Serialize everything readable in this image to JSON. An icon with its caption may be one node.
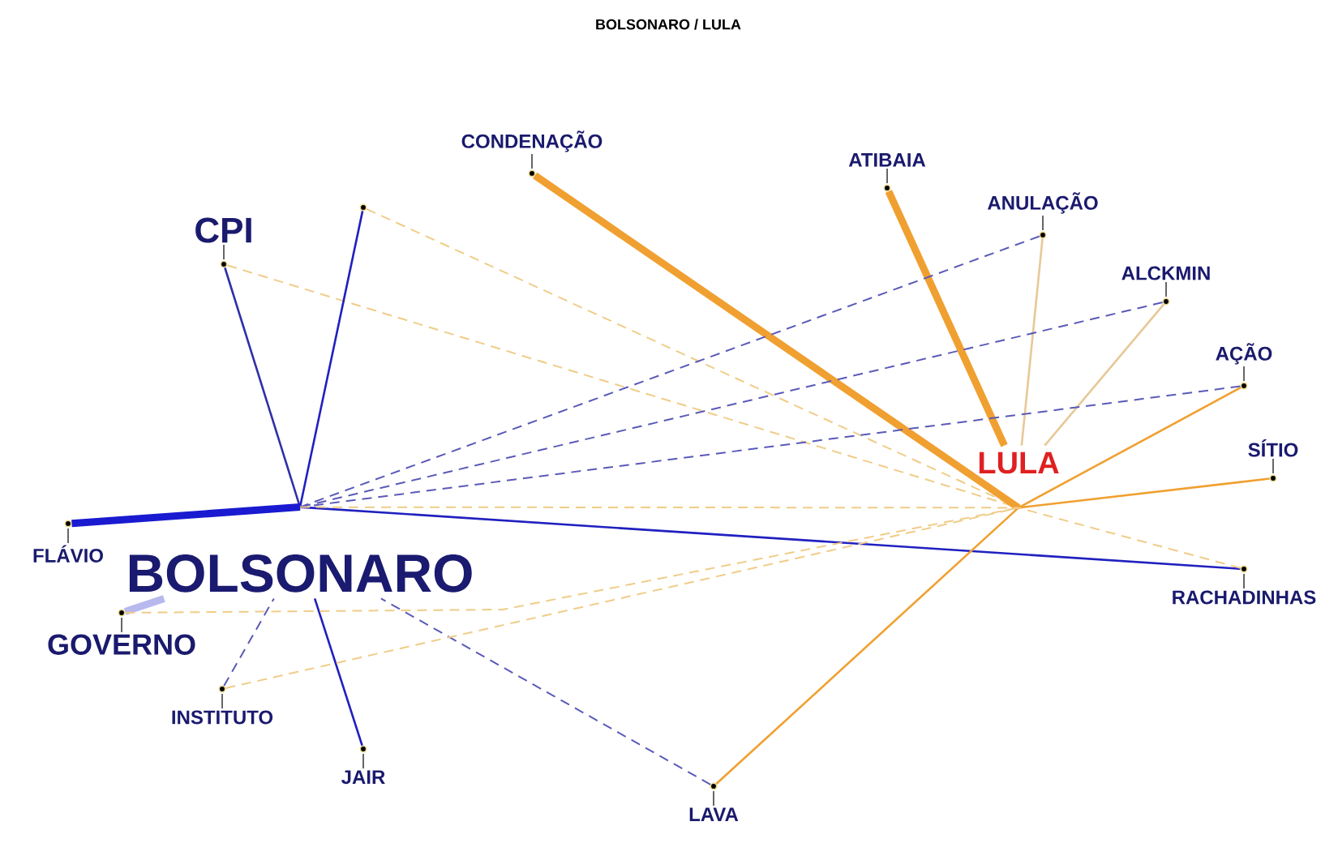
{
  "diagram": {
    "title": "BOLSONARO / LULA",
    "nodes": [
      {
        "text": [
          "BOLSONARO"
        ]
      },
      {
        "text": [
          "LULA"
        ]
      },
      {
        "text": [
          "CPI"
        ]
      },
      {
        "text": [],
        "shape": "circle"
      },
      {
        "text": [
          "CONDENAÇÃO"
        ]
      },
      {
        "text": [
          "ATIBAIA"
        ]
      },
      {
        "text": [
          "ANULAÇÃO"
        ]
      },
      {
        "text": [
          "ALCKMIN"
        ]
      },
      {
        "text": [
          "AÇÃO"
        ]
      },
      {
        "text": [
          "SÍTIO"
        ]
      },
      {
        "text": [
          "RACHADINHAS"
        ]
      },
      {
        "text": [
          "LAVA"
        ]
      },
      {
        "text": [
          "JAIR"
        ]
      },
      {
        "text": [
          "INSTITUTO"
        ]
      },
      {
        "text": [
          "GOVERNO"
        ]
      },
      {
        "text": [
          "FLÁVIO"
        ]
      }
    ],
    "edges": [
      {
        "from": 2,
        "to": 0,
        "arrow": "none",
        "color": "#3030a8"
      },
      {
        "from": 2,
        "to": 1,
        "arrow": "none",
        "style": "dashed",
        "color": "#f0cc88"
      },
      {
        "from": 3,
        "to": 0,
        "arrow": "none",
        "color": "#2020c0"
      },
      {
        "from": 3,
        "to": 1,
        "arrow": "none",
        "style": "dashed",
        "color": "#f0cc88"
      },
      {
        "from": 4,
        "to": 1,
        "arrow": "none",
        "style": "thick",
        "color": "#f0a030"
      },
      {
        "from": 5,
        "to": 1,
        "arrow": "none",
        "style": "thick",
        "color": "#f0a030"
      },
      {
        "from": 6,
        "to": 0,
        "arrow": "none",
        "style": "dashed",
        "color": "#5a5ab8"
      },
      {
        "from": 6,
        "to": 1,
        "arrow": "none",
        "color": "#e8c898"
      },
      {
        "from": 7,
        "to": 0,
        "arrow": "none",
        "style": "dashed",
        "color": "#5a5ab8"
      },
      {
        "from": 7,
        "to": 1,
        "arrow": "none",
        "color": "#e8c898"
      },
      {
        "from": 8,
        "to": 0,
        "arrow": "none",
        "style": "dashed",
        "color": "#5a5ab8"
      },
      {
        "from": 8,
        "to": 1,
        "arrow": "none",
        "color": "#f0a030"
      },
      {
        "from": 9,
        "to": 1,
        "arrow": "none",
        "color": "#f0a030"
      },
      {
        "from": 10,
        "to": 0,
        "arrow": "none",
        "color": "#2020c0"
      },
      {
        "from": 10,
        "to": 1,
        "arrow": "none",
        "style": "dashed",
        "color": "#f0cc88"
      },
      {
        "from": 11,
        "to": 0,
        "arrow": "none",
        "style": "dashed",
        "color": "#5a5ab8"
      },
      {
        "from": 11,
        "to": 1,
        "arrow": "none",
        "color": "#f0a030"
      },
      {
        "from": 12,
        "to": 0,
        "arrow": "none",
        "color": "#2020c0"
      },
      {
        "from": 13,
        "to": 0,
        "arrow": "none",
        "style": "dashed",
        "color": "#5a5ab8"
      },
      {
        "from": 13,
        "to": 1,
        "arrow": "none",
        "style": "dashed",
        "color": "#f0cc88"
      },
      {
        "from": 14,
        "to": 0,
        "arrow": "none",
        "style": "thick",
        "color": "#b8b8ee"
      },
      {
        "from": 14,
        "to": 1,
        "arrow": "none",
        "style": "dashed",
        "color": "#f0cc88"
      },
      {
        "from": 15,
        "to": 0,
        "arrow": "none",
        "style": "thick",
        "color": "#1a1ad0"
      },
      {
        "from": 0,
        "to": 1,
        "arrow": "none",
        "style": "dashed",
        "color": "#f0cc88"
      }
    ]
  }
}
